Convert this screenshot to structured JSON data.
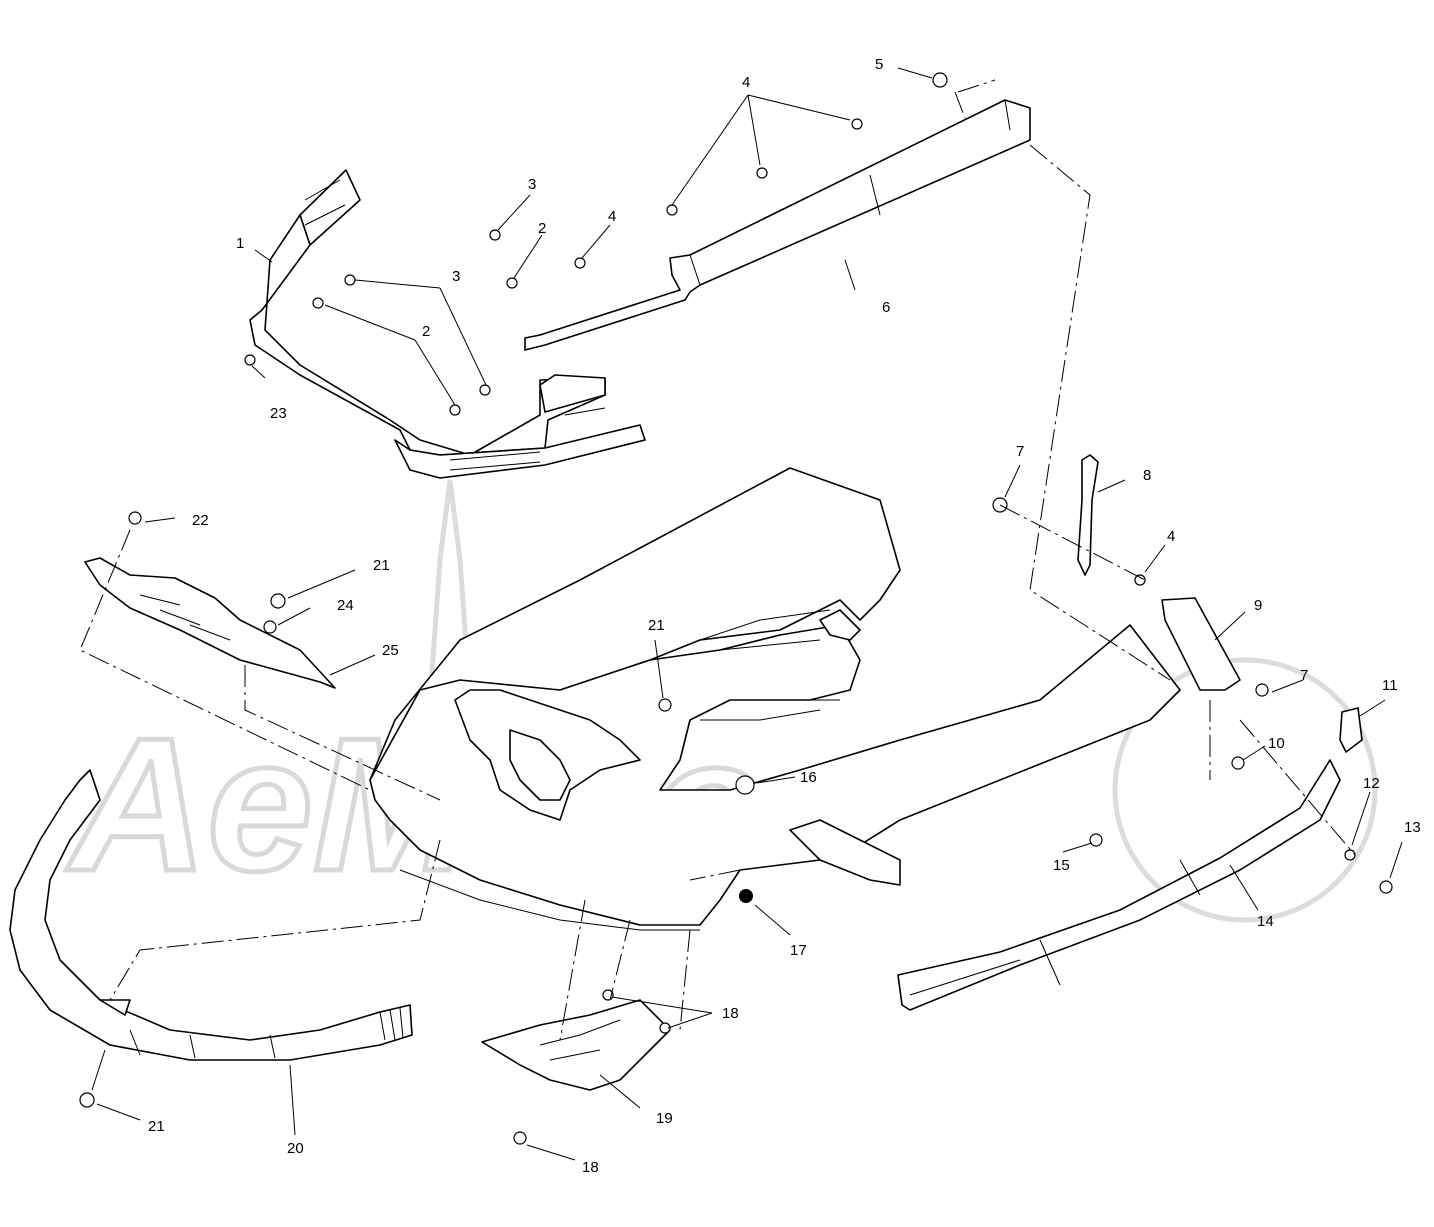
{
  "diagram": {
    "watermark": "AeMoto",
    "callouts": {
      "c1": "1",
      "c2a": "2",
      "c2b": "2",
      "c3a": "3",
      "c3b": "3",
      "c4a": "4",
      "c4b": "4",
      "c4c": "4",
      "c5": "5",
      "c6": "6",
      "c7a": "7",
      "c7b": "7",
      "c8": "8",
      "c9": "9",
      "c10": "10",
      "c11": "11",
      "c12": "12",
      "c13": "13",
      "c14": "14",
      "c15": "15",
      "c16": "16",
      "c17": "17",
      "c18a": "18",
      "c18b": "18",
      "c19": "19",
      "c20": "20",
      "c21a": "21",
      "c21b": "21",
      "c21c": "21",
      "c22": "22",
      "c23": "23",
      "c24": "24",
      "c25": "25"
    }
  }
}
